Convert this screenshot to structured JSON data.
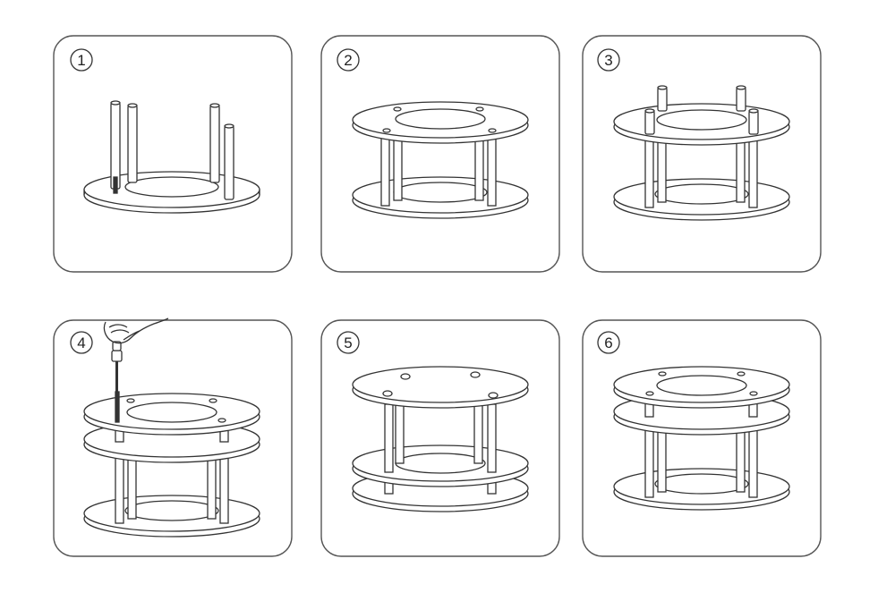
{
  "colors": {
    "stroke": "#333333",
    "panel_border": "#555555",
    "fill": "#ffffff",
    "background": "#ffffff"
  },
  "steps": [
    {
      "number": "1"
    },
    {
      "number": "2"
    },
    {
      "number": "3"
    },
    {
      "number": "4"
    },
    {
      "number": "5"
    },
    {
      "number": "6"
    }
  ]
}
